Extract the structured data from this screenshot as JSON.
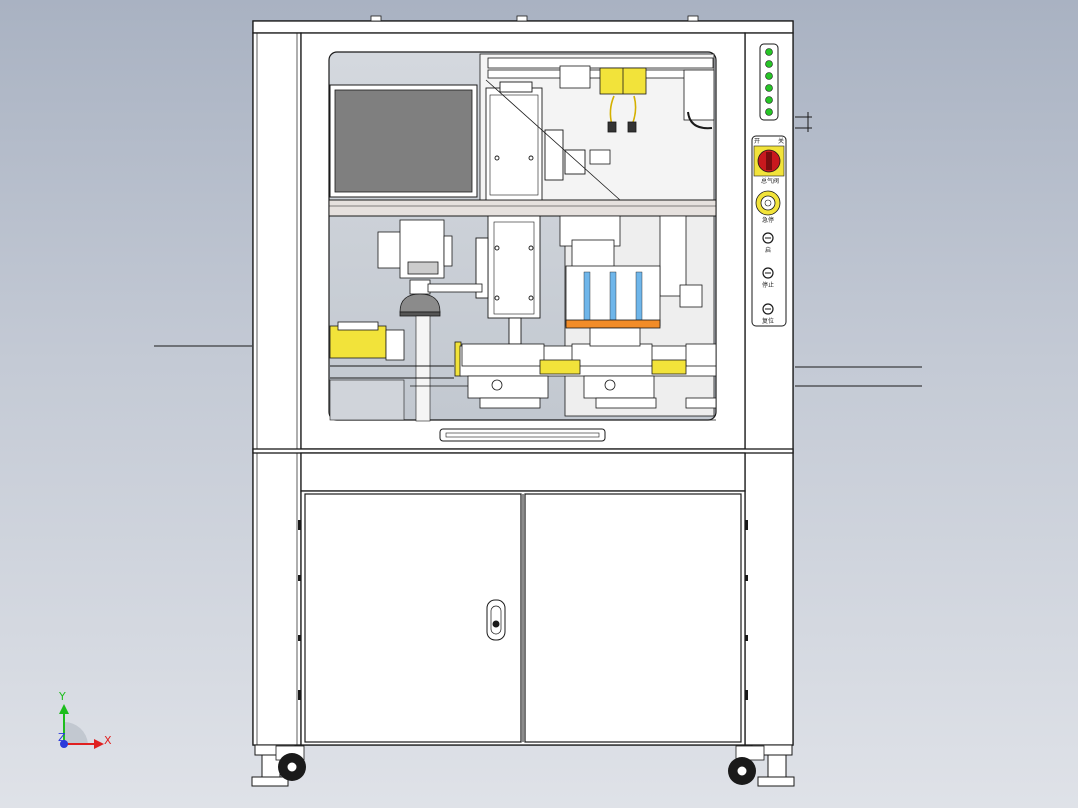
{
  "panel": {
    "switch_left": "开",
    "switch_right": "关",
    "switch_caption": "总气阀",
    "btn1_caption": "急停",
    "btn2_caption": "启",
    "btn3_caption": "停止",
    "btn4_caption": "复位"
  },
  "triad": {
    "x_label": "X",
    "y_label": "Y",
    "z_label": "Z"
  },
  "colors": {
    "background_top": "#a9b2c2",
    "frame": "#ffffff",
    "outline": "#1a1a1a",
    "window_glass": "#c9ced6",
    "monitor_screen": "#7f7f7f",
    "accent_yellow": "#f2e33a",
    "accent_blue": "#6fb6ea",
    "accent_orange": "#f28c28",
    "indicator_green": "#27c427",
    "switch_red": "#c9191e"
  },
  "icons": {
    "rotary_switch": "rotary-switch-icon",
    "emergency_stop": "emergency-stop-icon",
    "door_handle": "door-lock-handle-icon",
    "caster": "caster-wheel-icon"
  }
}
